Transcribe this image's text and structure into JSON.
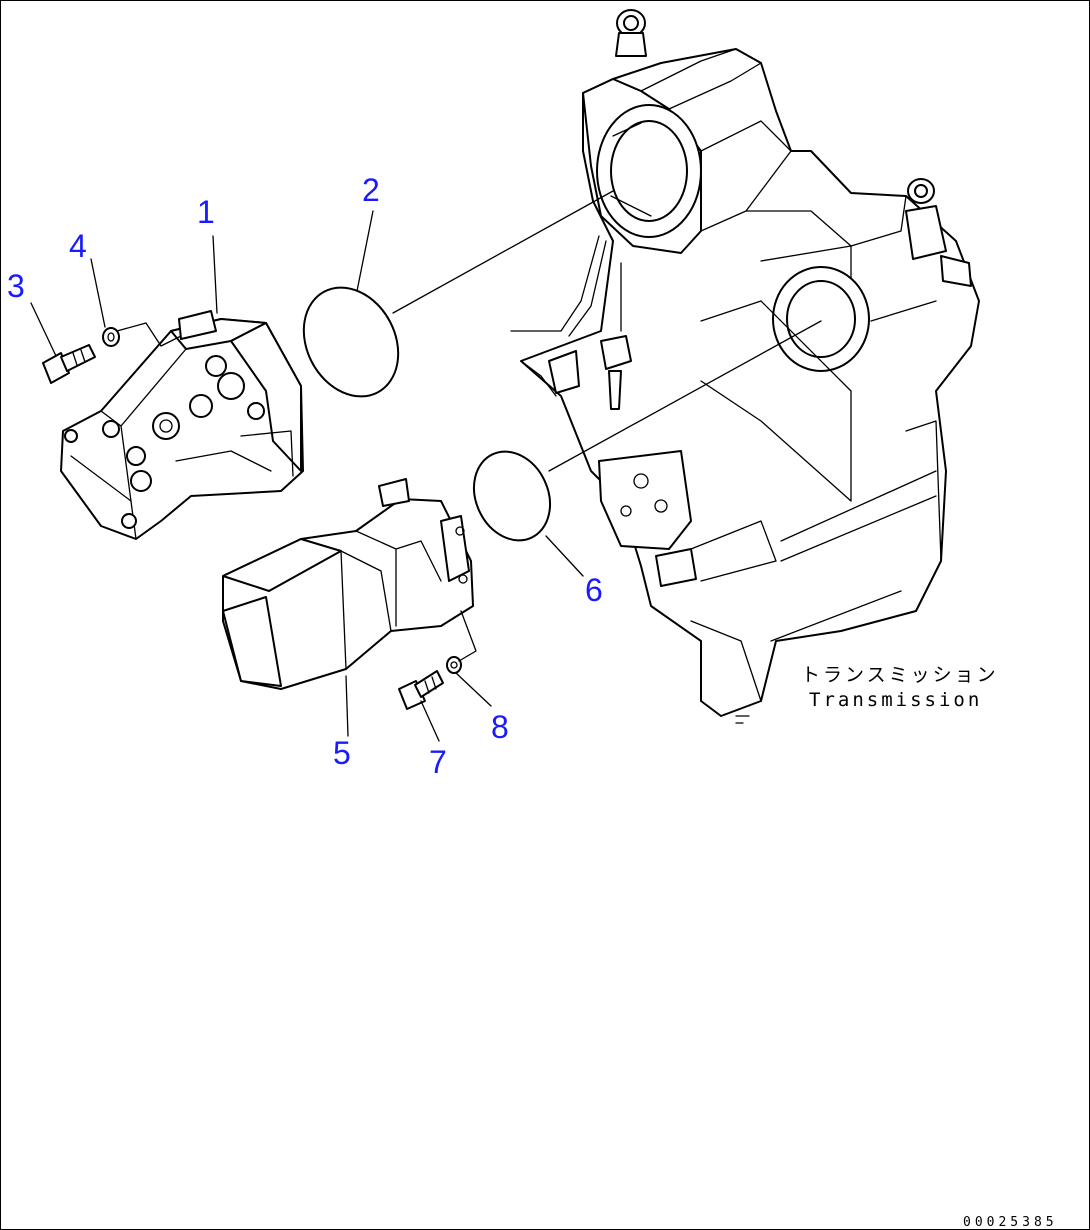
{
  "callouts": [
    {
      "id": "1",
      "label": "1"
    },
    {
      "id": "2",
      "label": "2"
    },
    {
      "id": "3",
      "label": "3"
    },
    {
      "id": "4",
      "label": "4"
    },
    {
      "id": "5",
      "label": "5"
    },
    {
      "id": "6",
      "label": "6"
    },
    {
      "id": "7",
      "label": "7"
    },
    {
      "id": "8",
      "label": "8"
    }
  ],
  "transmission_label": {
    "jp": "トランスミッション",
    "en": "Transmission"
  },
  "document_code": "00025385",
  "colors": {
    "callout": "#1a1aff",
    "line": "#000000",
    "background": "#ffffff"
  }
}
